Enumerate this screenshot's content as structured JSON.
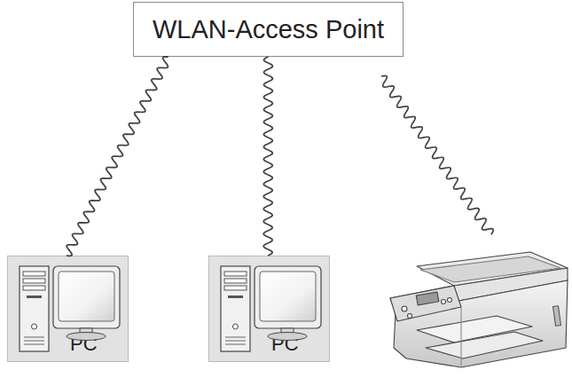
{
  "diagram": {
    "nodes": [
      {
        "text": [
          "WLAN-Access Point"
        ]
      },
      {
        "text": [
          "PC"
        ]
      },
      {
        "text": [
          "PC"
        ]
      }
    ],
    "edges": [
      {
        "from": 0,
        "to": 1,
        "arrow": "none"
      },
      {
        "from": 0,
        "to": 2,
        "arrow": "none"
      }
    ]
  }
}
